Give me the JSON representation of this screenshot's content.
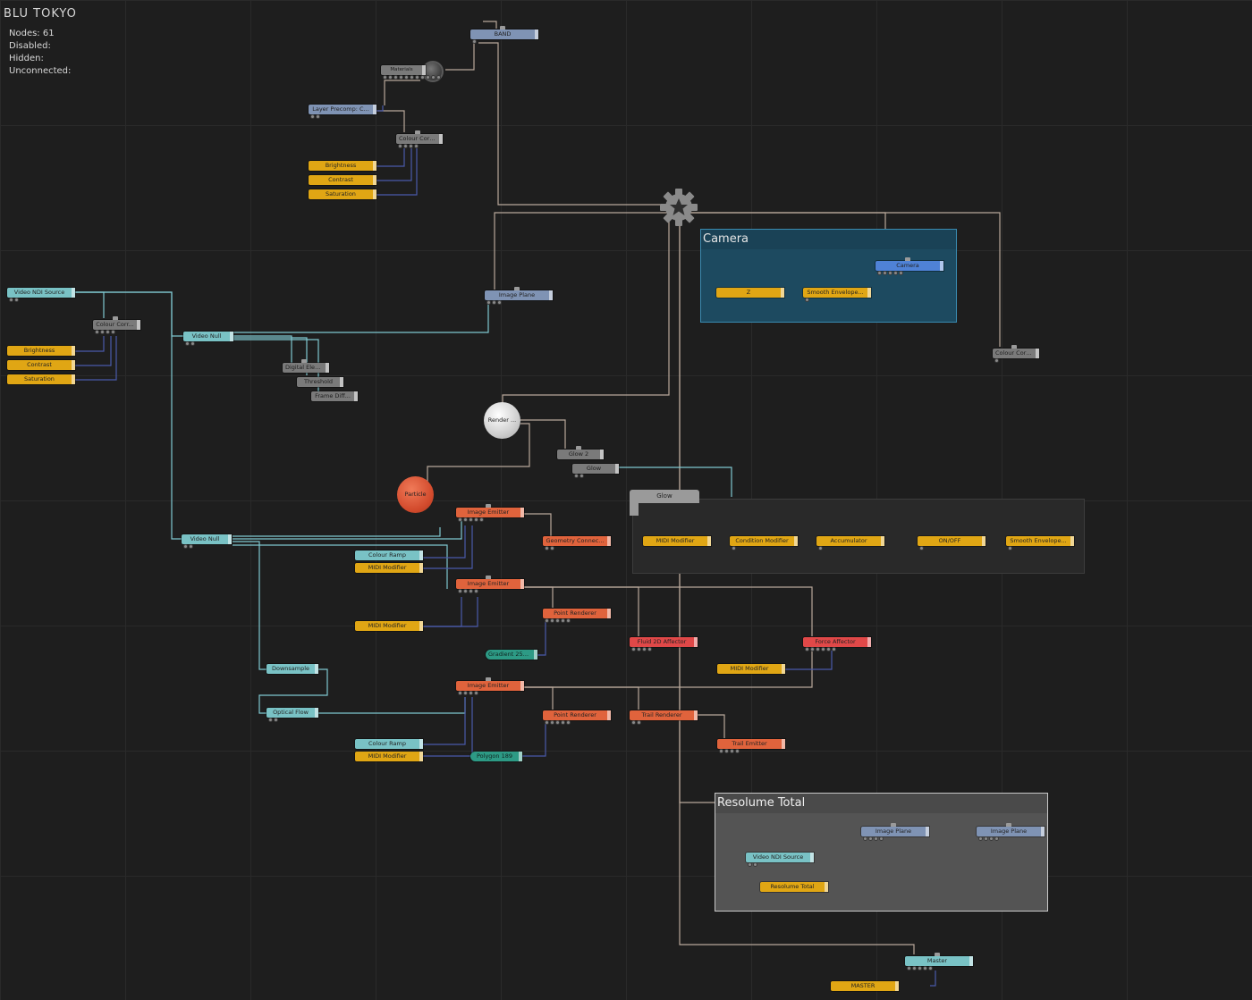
{
  "title": "BLU  TOKYO",
  "stats": {
    "nodes": "Nodes:  61",
    "disabled": "Disabled:",
    "hidden": "Hidden:",
    "unconnected": "Unconnected:"
  },
  "groups": {
    "camera": "Camera",
    "resolume": "Resolume  Total",
    "glow": "Glow"
  },
  "nodes": {
    "band": "BAND",
    "materials": "Materials",
    "layer_precomp": "Layer Precomp: C...",
    "colour_corr_top": "Colour Corr...",
    "brightness_top": "Brightness",
    "contrast_top": "Contrast",
    "saturation_top": "Saturation",
    "video_ndi_source": "Video  NDI Source",
    "colour_corr_left": "Colour  Corr...",
    "brightness_left": "Brightness",
    "contrast_left": "Contrast",
    "saturation_left": "Saturation",
    "video_null_1": "Video  Null",
    "digital_elec": "Digital  Elec...",
    "threshold": "Threshold",
    "frame_diff": "Frame  Diff...",
    "image_plane_mid": "Image  Plane",
    "camera": "Camera",
    "z": "Z",
    "smooth_envelope_cam": "Smooth  Envelope...",
    "colour_corr_right": "Colour  Corr...",
    "render": "Render ...",
    "glow_2": "Glow  2",
    "glow": "Glow",
    "particle": "Particle",
    "image_emitter_1": "Image  Emitter",
    "geometry_connect": "Geometry  Connec...",
    "video_null_2": "Video  Null",
    "colour_ramp_1": "Colour  Ramp",
    "midi_modifier_1": "MIDI  Modifier",
    "image_emitter_2": "Image  Emitter",
    "point_renderer_1": "Point  Renderer",
    "midi_modifier_2": "MIDI  Modifier",
    "fluid_2d_affector": "Fluid  2D  Affector",
    "force_affector": "Force  Affector",
    "midi_modifier_3": "MIDI  Modifier",
    "gradient_256": "Gradient  256...",
    "downsample": "Downsample",
    "image_emitter_3": "Image  Emitter",
    "optical_flow": "Optical  Flow",
    "point_renderer_2": "Point  Renderer",
    "trail_renderer": "Trail  Renderer",
    "trail_emitter": "Trail  Emitter",
    "colour_ramp_2": "Colour  Ramp",
    "midi_modifier_4": "MIDI  Modifier",
    "polygon_189": "Polygon  189",
    "glow_midi_modifier": "MIDI  Modifier",
    "condition_modifier": "Condition  Modifier",
    "accumulator": "Accumulator",
    "on_off": "ON/OFF",
    "smooth_envelope_glow": "Smooth  Envelope...",
    "image_plane_res_1": "Image  Plane",
    "image_plane_res_2": "Image  Plane",
    "video_ndi_source_res": "Video  NDI  Source",
    "resolume_total": "Resolume  Total",
    "master": "Master",
    "master_yellow": "MASTER"
  },
  "colors": {
    "background": "#1e1e1e",
    "grid": "#2a2a2a",
    "wire_scene": "#b9a89a",
    "wire_cyan": "#7fc7d0",
    "wire_blue": "#4a5aaa",
    "yellow": "#e0a614",
    "orange": "#e0633c",
    "cyan": "#79c2c5",
    "steel": "#7f93b4"
  }
}
